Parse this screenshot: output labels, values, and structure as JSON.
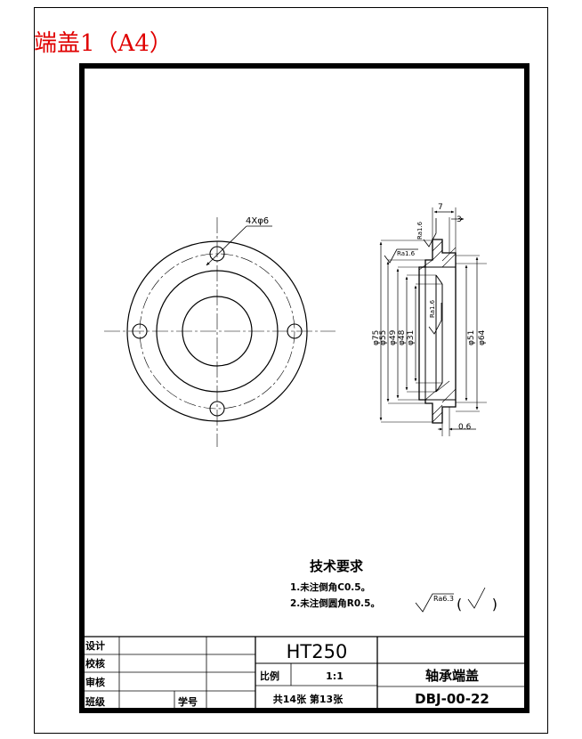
{
  "sheet_title": "端盖1（A4）",
  "front_view": {
    "hole_callout": "4Xφ6"
  },
  "section_view": {
    "diameters": [
      "φ75",
      "φ55",
      "φ49",
      "φ48",
      "φ31",
      "φ51",
      "φ64"
    ],
    "top_dims": [
      "7",
      "3"
    ],
    "bottom_dim": "0.6",
    "roughness": [
      "Ra1.6",
      "Ra1.6",
      "Ra1.6"
    ]
  },
  "tech_requirements": {
    "heading": "技术要求",
    "items": [
      "1.未注倒角C0.5。",
      "2.未注倒圆角R0.5。"
    ],
    "general_roughness": "Ra6.3",
    "roughness_paren": "( )"
  },
  "title_block": {
    "row_labels": [
      "设计",
      "校核",
      "审核",
      "班级"
    ],
    "student_no_label": "学号",
    "material": "HT250",
    "scale_label": "比例",
    "scale_value": "1:1",
    "sheet_count": "共14张 第13张",
    "part_name": "轴承端盖",
    "drawing_no": "DBJ-00-22"
  }
}
